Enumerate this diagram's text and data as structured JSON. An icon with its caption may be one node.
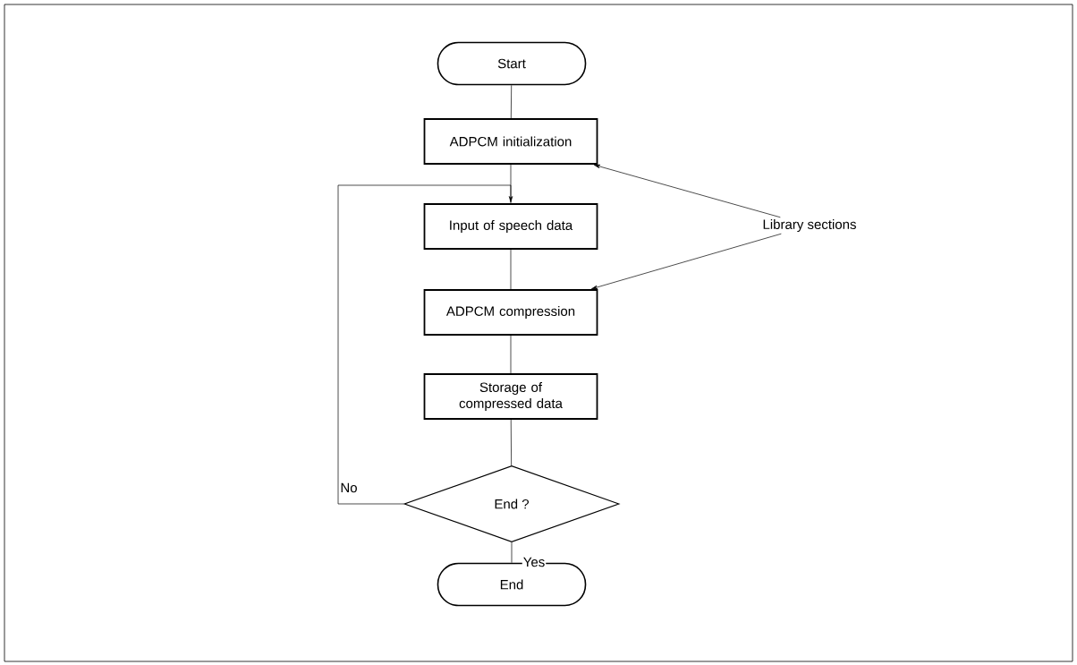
{
  "diagram": {
    "nodes": [
      {
        "text": [
          "Start"
        ]
      },
      {
        "text": [
          "ADPCM initialization"
        ]
      },
      {
        "text": [
          "Input of speech data"
        ]
      },
      {
        "text": [
          "ADPCM compression"
        ]
      },
      {
        "text": [
          "Storage of compressed data"
        ]
      },
      {
        "text": [
          "End ?"
        ]
      },
      {
        "text": [
          "End"
        ]
      },
      {
        "text": [
          "Library sections"
        ]
      }
    ],
    "edges": [
      {
        "from": 0,
        "to": 1,
        "arrow": "none"
      },
      {
        "from": 1,
        "to": 2,
        "arrow": "none"
      },
      {
        "from": 2,
        "to": 3,
        "arrow": "none"
      },
      {
        "from": 3,
        "to": 4,
        "arrow": "none"
      },
      {
        "from": 4,
        "to": 5,
        "arrow": "none"
      },
      {
        "from": 5,
        "to": 6,
        "arrow": "none",
        "label": "Yes"
      },
      {
        "from": 5,
        "to": 2,
        "arrow": "to",
        "label": "No"
      },
      {
        "from": 7,
        "to": 1,
        "arrow": "to"
      },
      {
        "from": 7,
        "to": 3,
        "arrow": "to"
      }
    ]
  }
}
